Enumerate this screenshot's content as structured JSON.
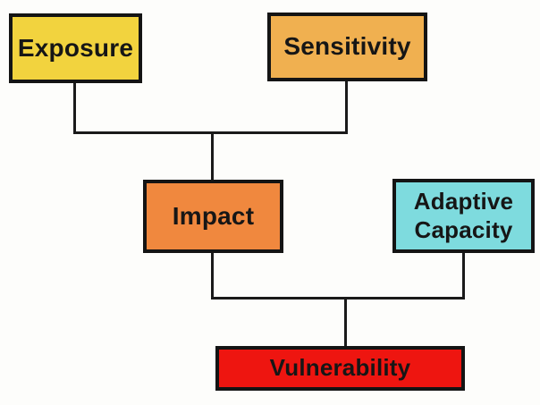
{
  "diagram": {
    "type": "flowchart",
    "description": "Vulnerability concept diagram: Exposure and Sensitivity combine into Impact; Impact and Adaptive Capacity combine into Vulnerability.",
    "nodes": [
      {
        "id": "exposure",
        "label": "Exposure",
        "fill": "#F2D33E"
      },
      {
        "id": "sensitivity",
        "label": "Sensitivity",
        "fill": "#F0B050"
      },
      {
        "id": "impact",
        "label": "Impact",
        "fill": "#F0883E"
      },
      {
        "id": "adaptive-capacity",
        "label": "Adaptive Capacity",
        "fill": "#7EDBDE"
      },
      {
        "id": "vulnerability",
        "label": "Vulnerability",
        "fill": "#EE1510"
      }
    ],
    "edges": [
      {
        "from": "exposure",
        "to": "impact"
      },
      {
        "from": "sensitivity",
        "to": "impact"
      },
      {
        "from": "impact",
        "to": "vulnerability"
      },
      {
        "from": "adaptive-capacity",
        "to": "vulnerability"
      }
    ],
    "colors": {
      "node_border": "#141414",
      "connector": "#1a1a1a",
      "text": "#161616",
      "background": "#fdfdfb"
    }
  }
}
